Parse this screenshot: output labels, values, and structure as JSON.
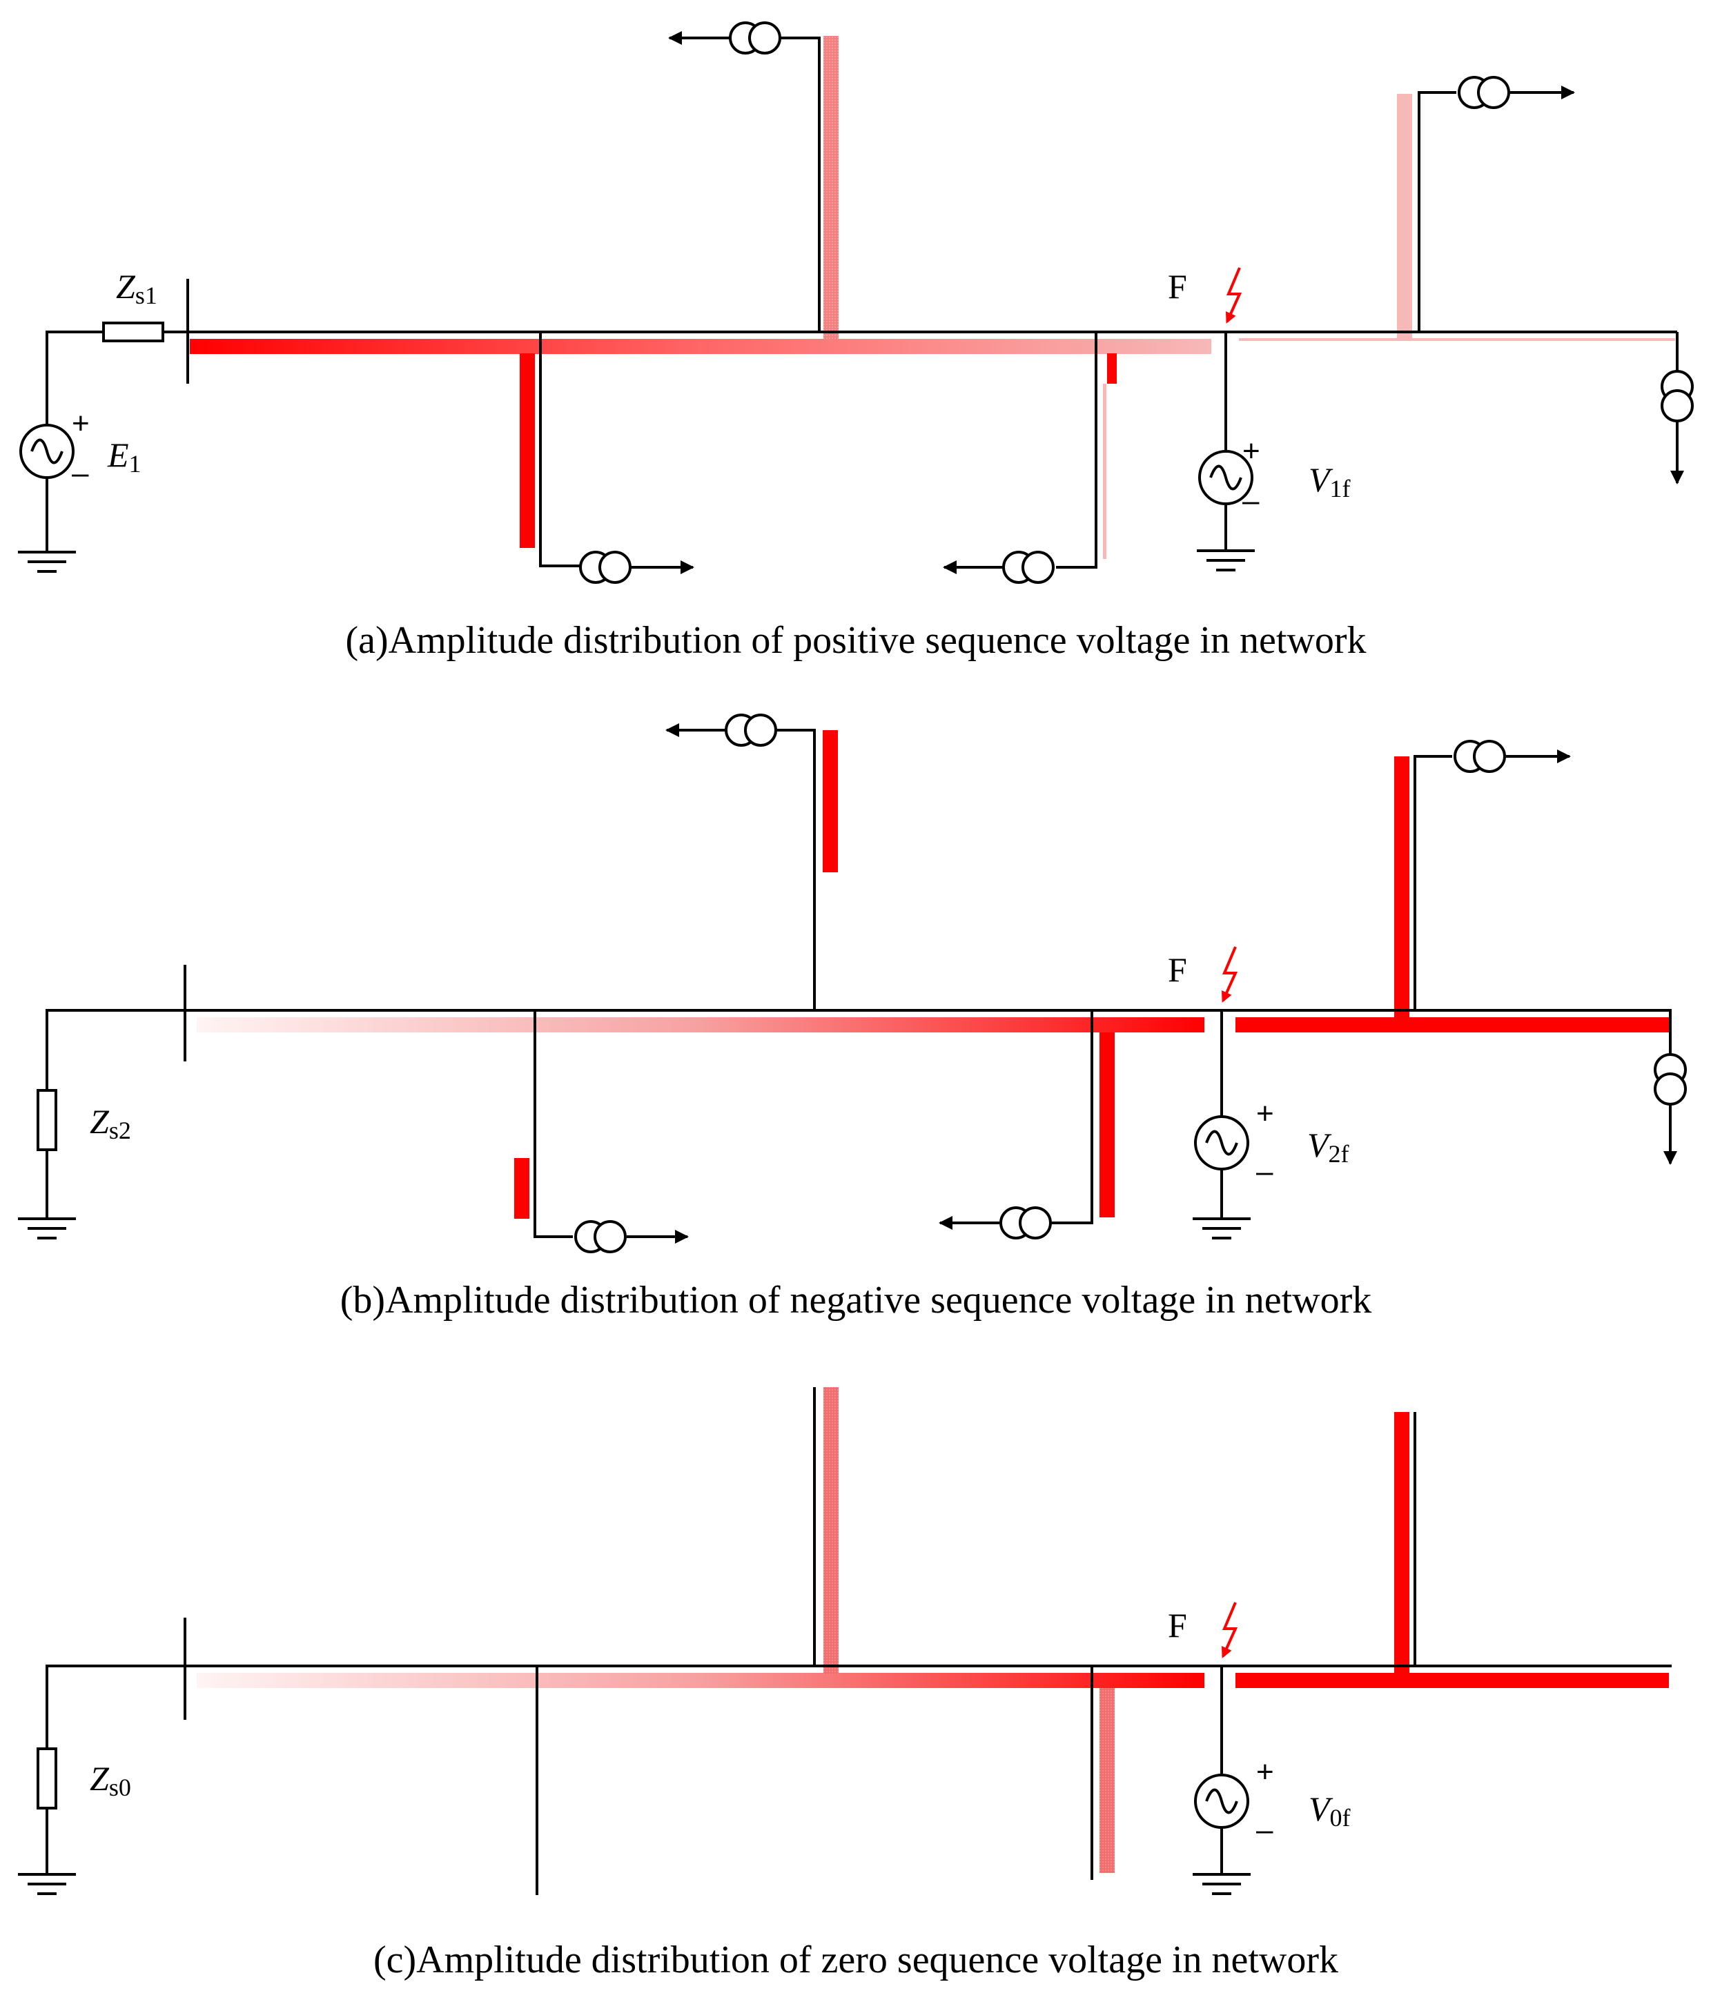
{
  "panels": [
    {
      "caption": "(a)Amplitude distribution of positive sequence voltage in network",
      "impedance_label": "Z",
      "impedance_sub": "s1",
      "source_label": "E",
      "source_sub": "1",
      "fault_label": "F",
      "fault_source_label": "V",
      "fault_source_sub": "1f",
      "plus": "+",
      "minus": "–"
    },
    {
      "caption": "(b)Amplitude distribution of negative sequence voltage in network",
      "impedance_label": "Z",
      "impedance_sub": "s2",
      "fault_label": "F",
      "fault_source_label": "V",
      "fault_source_sub": "2f",
      "plus": "+",
      "minus": "–"
    },
    {
      "caption": "(c)Amplitude distribution of zero sequence voltage in network",
      "impedance_label": "Z",
      "impedance_sub": "s0",
      "fault_label": "F",
      "fault_source_label": "V",
      "fault_source_sub": "0f",
      "plus": "+",
      "minus": "–"
    }
  ],
  "colors": {
    "line": "#000000",
    "voltage_high": "#ff0000",
    "voltage_mid": "#f26d6d",
    "voltage_low": "#f7b8b8",
    "fault_arrow": "#ff0000"
  },
  "icons": [
    "ac-source-icon",
    "ground-icon",
    "resistor-icon",
    "transformer-icon",
    "arrow-icon",
    "fault-lightning-icon"
  ]
}
